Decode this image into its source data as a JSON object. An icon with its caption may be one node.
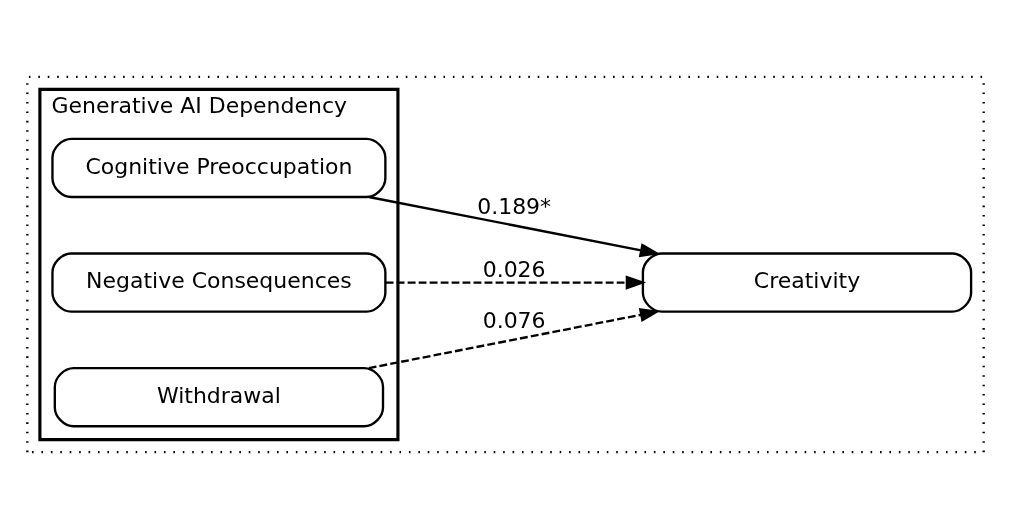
{
  "diagram": {
    "nodes": [
      {
        "text": [],
        "shape": "box"
      },
      {
        "text": [
          "Generative AI Dependency"
        ],
        "in": 0
      },
      {
        "text": [
          "Cognitive Preoccupation"
        ],
        "in": 1
      },
      {
        "text": [
          "Negative Consequences"
        ],
        "in": 1
      },
      {
        "text": [
          "Withdrawal"
        ],
        "in": 1
      },
      {
        "text": [
          "Creativity"
        ],
        "in": 0
      }
    ],
    "edges": [
      {
        "from": 2,
        "to": 5,
        "arrow": "to",
        "label": "0.189*"
      },
      {
        "from": 3,
        "to": 5,
        "arrow": "to",
        "label": "0.026",
        "style": "dashed"
      },
      {
        "from": 4,
        "to": 5,
        "arrow": "to",
        "label": "0.076",
        "style": "dashed"
      }
    ]
  }
}
